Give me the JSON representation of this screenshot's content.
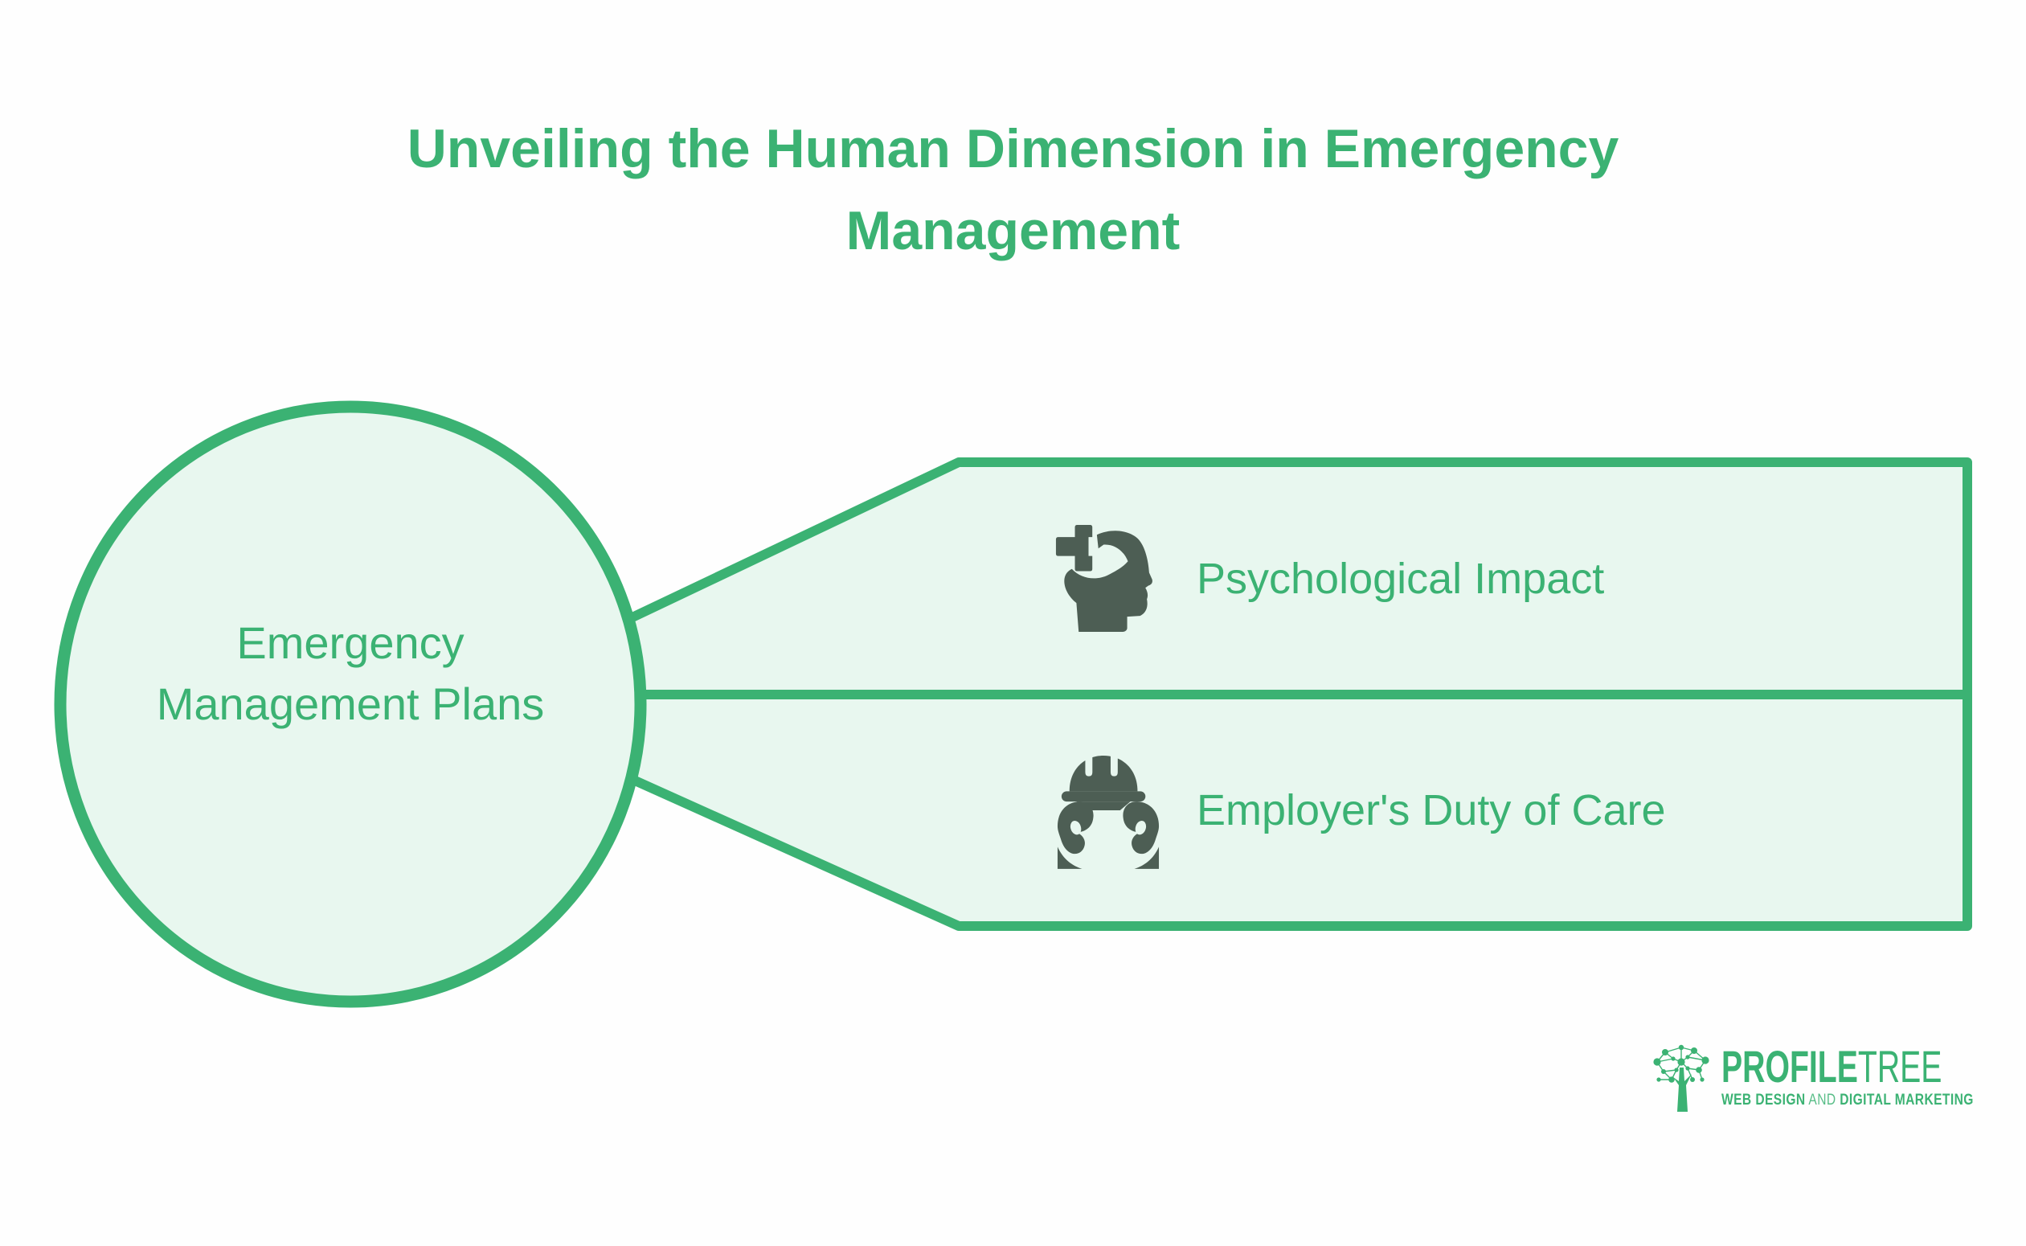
{
  "colors": {
    "accent_green": "#3bb273",
    "panel_fill": "#e8f7ef",
    "icon_dark": "#4d5e54",
    "background": "#fefefe"
  },
  "title": {
    "line1": "Unveiling the Human Dimension in Emergency",
    "line2": "Management"
  },
  "hub": {
    "label": "Emergency Management Plans"
  },
  "branches": [
    {
      "label": "Psychological Impact",
      "icon": "head-with-medical-cross-icon"
    },
    {
      "label": "Employer's Duty of Care",
      "icon": "hands-holding-hard-hat-icon"
    }
  ],
  "logo": {
    "brand_bold": "PROFILE",
    "brand_light": "TREE",
    "tagline_web_design": "WEB DESIGN",
    "tagline_and": " AND ",
    "tagline_digital_marketing": "DIGITAL MARKETING"
  }
}
